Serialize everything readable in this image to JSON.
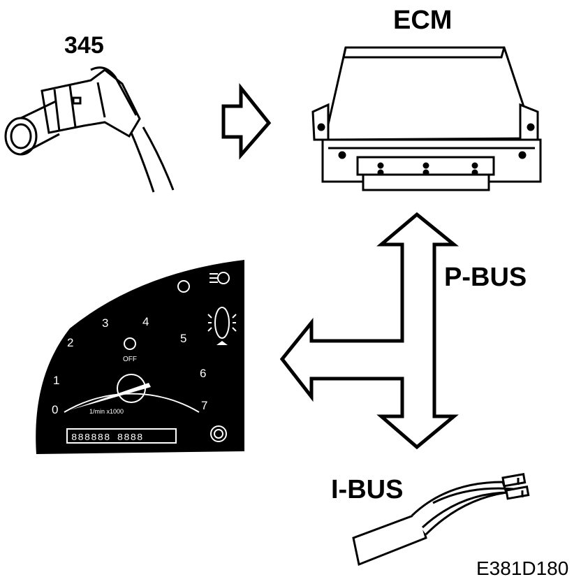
{
  "labels": {
    "sensor": "345",
    "ecm": "ECM",
    "p_bus": "P-BUS",
    "i_bus": "I-BUS",
    "figure_code": "E381D180"
  },
  "tachometer": {
    "scale": [
      "0",
      "1",
      "2",
      "3",
      "4",
      "5",
      "6",
      "7"
    ],
    "unit_label": "1/min x1000",
    "off_indicator": "OFF",
    "odometer_digits": "888888 8888"
  },
  "colors": {
    "ink": "#000000",
    "paper": "#ffffff"
  }
}
